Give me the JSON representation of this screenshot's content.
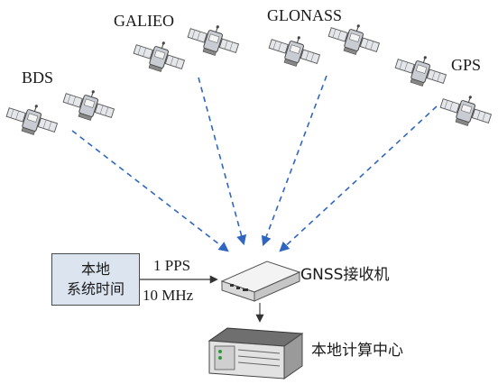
{
  "constellations": {
    "bds": "BDS",
    "galileo": "GALIEO",
    "glonass": "GLONASS",
    "gps": "GPS"
  },
  "local_clock": {
    "line1": "本地",
    "line2": "系统时间"
  },
  "signals": {
    "pps": "1 PPS",
    "freq": "10 MHz"
  },
  "receiver_label": "GNSS接收机",
  "compute_label": "本地计算中心",
  "colors": {
    "link_dashed": "#2f66c2",
    "box_fill": "#dbe4ef",
    "arrow": "#333333"
  }
}
